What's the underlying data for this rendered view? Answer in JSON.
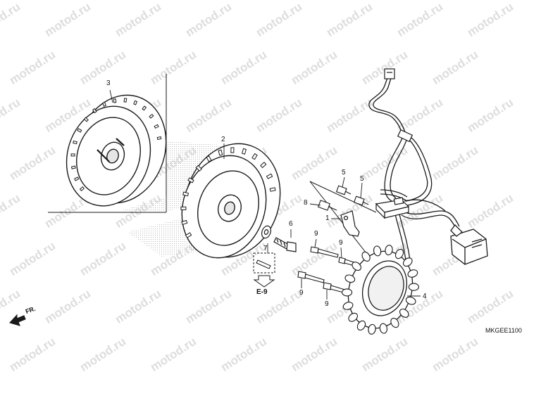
{
  "watermark": "motod.ru",
  "diagram_code": "MKGEE1100",
  "front_indicator": "FR.",
  "ref_page": "E-9",
  "callouts": {
    "c1": "1",
    "c2": "2",
    "c3": "3",
    "c4": "4",
    "c5a": "5",
    "c5b": "5",
    "c6": "6",
    "c7": "7",
    "c8": "8",
    "c9a": "9",
    "c9b": "9",
    "c9c": "9",
    "c9d": "9"
  },
  "colors": {
    "line": "#1a1a1a",
    "shade": "#d9d9d9",
    "watermark": "#969696"
  }
}
